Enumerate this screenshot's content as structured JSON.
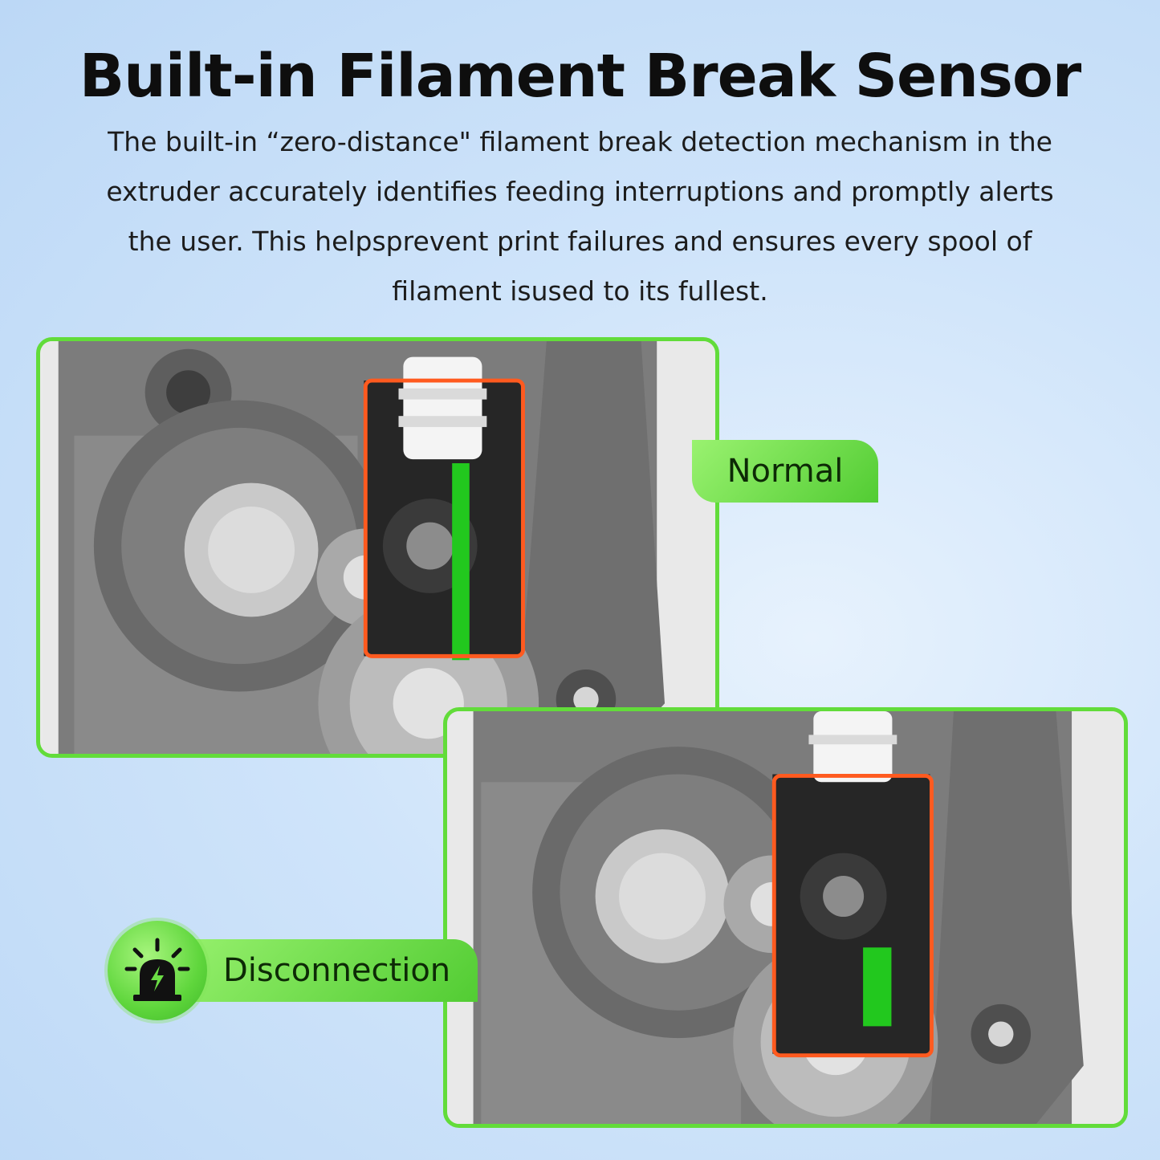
{
  "header": {
    "title": "Built-in Filament Break Sensor",
    "description": "The built-in “zero-distance\" filament break detection mechanism in the extruder accurately identifies feeding interruptions and promptly alerts the user. This helpsprevent print failures and ensures every spool of filament isused to its fullest."
  },
  "states": {
    "normal_label": "Normal",
    "disconnection_label": "Disconnection",
    "alarm_icon": "alarm-light-icon"
  },
  "colors": {
    "panel_border": "#62dc3a",
    "highlight_box": "#ff5a1f",
    "filament": "#22c81e",
    "pill_green": "#6bdc45"
  }
}
